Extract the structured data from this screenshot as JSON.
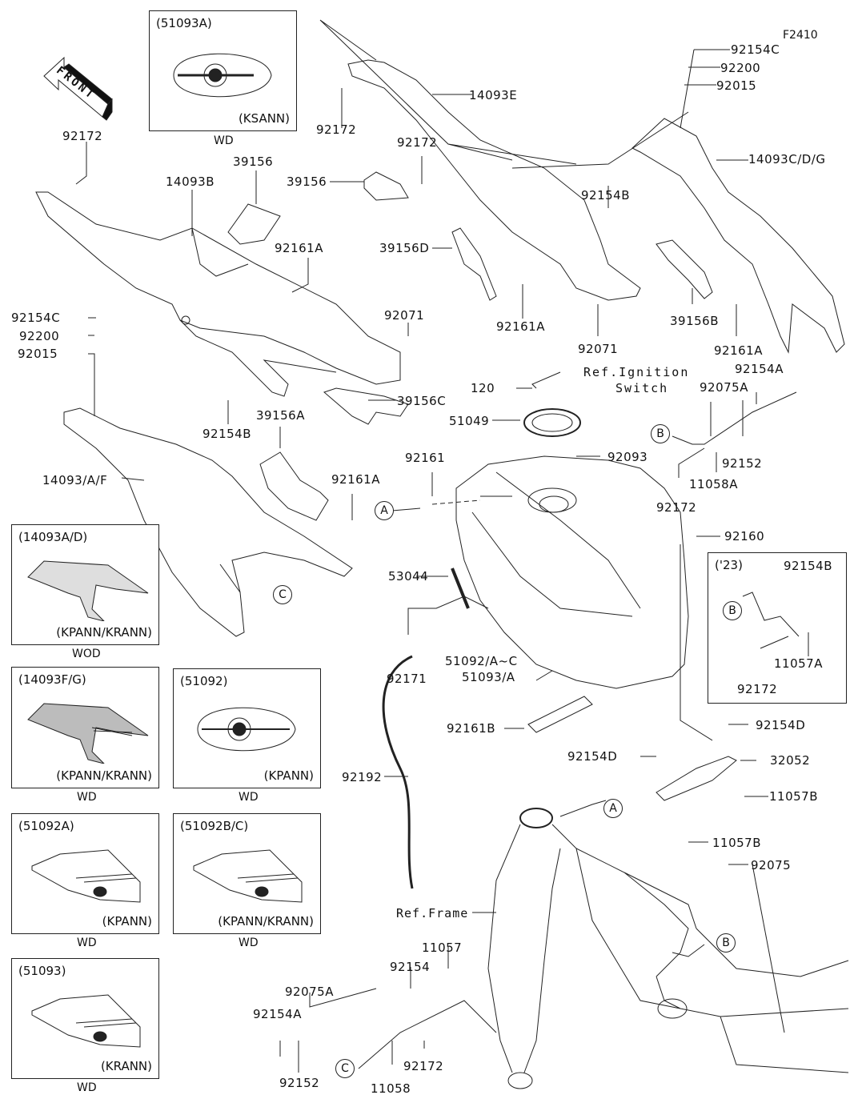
{
  "diagram": {
    "code": "F2410",
    "front_label": "FRONT",
    "callouts": {
      "92154C_top": "92154C",
      "92200_top": "92200",
      "92015_top": "92015",
      "14093E": "14093E",
      "92172_a": "92172",
      "92172_b": "92172",
      "92172_c": "92172",
      "14093CDG": "14093C/D/G",
      "39156_a": "39156",
      "39156_b": "39156",
      "14093B": "14093B",
      "92154B_a": "92154B",
      "39156D": "39156D",
      "92161A_a": "92161A",
      "92161A_b": "92161A",
      "92161A_c": "92161A",
      "92161A_d": "92161A",
      "92071_a": "92071",
      "92071_b": "92071",
      "39156B": "39156B",
      "92154C_left": "92154C",
      "92200_left": "92200",
      "92015_left": "92015",
      "ref_ignition_1": "Ref.Ignition",
      "ref_ignition_2": "Switch",
      "120": "120",
      "92154A_a": "92154A",
      "92075A_a": "92075A",
      "51049": "51049",
      "39156C": "39156C",
      "92154B_b": "92154B",
      "39156A": "39156A",
      "92093": "92093",
      "92152_a": "92152",
      "11058A": "11058A",
      "92172_d": "92172",
      "92161": "92161",
      "14093AF": "14093/A/F",
      "92160": "92160",
      "53044": "53044",
      "92171": "92171",
      "51092AC": "51092/A~C",
      "51093A": "51093/A",
      "92161B": "92161B",
      "92154D_a": "92154D",
      "92154D_b": "92154D",
      "32052": "32052",
      "92192": "92192",
      "11057B_a": "11057B",
      "11057B_b": "11057B",
      "92075": "92075",
      "ref_frame": "Ref.Frame",
      "11057": "11057",
      "92154": "92154",
      "92075A_b": "92075A",
      "92154A_b": "92154A",
      "92152_b": "92152",
      "11058": "11058",
      "92172_e": "92172"
    },
    "circle_refs": {
      "A_left": "A",
      "A_frame": "A",
      "B_bracket": "B",
      "B_frame": "B",
      "B_inset": "B",
      "C_cowl": "C",
      "C_bracket": "C"
    },
    "insets": [
      {
        "part": "(51093A)",
        "variant": "(KSANN)",
        "caption": "WD"
      },
      {
        "part": "(14093A/D)",
        "variant": "(KPANN/KRANN)",
        "caption": "WOD"
      },
      {
        "part": "(14093F/G)",
        "variant": "(KPANN/KRANN)",
        "caption": "WD"
      },
      {
        "part": "(51092)",
        "variant": "(KPANN)",
        "caption": "WD"
      },
      {
        "part": "(51092A)",
        "variant": "(KPANN)",
        "caption": "WD"
      },
      {
        "part": "(51092B/C)",
        "variant": "(KPANN/KRANN)",
        "caption": "WD"
      },
      {
        "part": "(51093)",
        "variant": "(KRANN)",
        "caption": "WD"
      }
    ],
    "year_inset": {
      "title": "('23)",
      "labels": [
        "92154B",
        "11057A",
        "92172"
      ]
    }
  }
}
